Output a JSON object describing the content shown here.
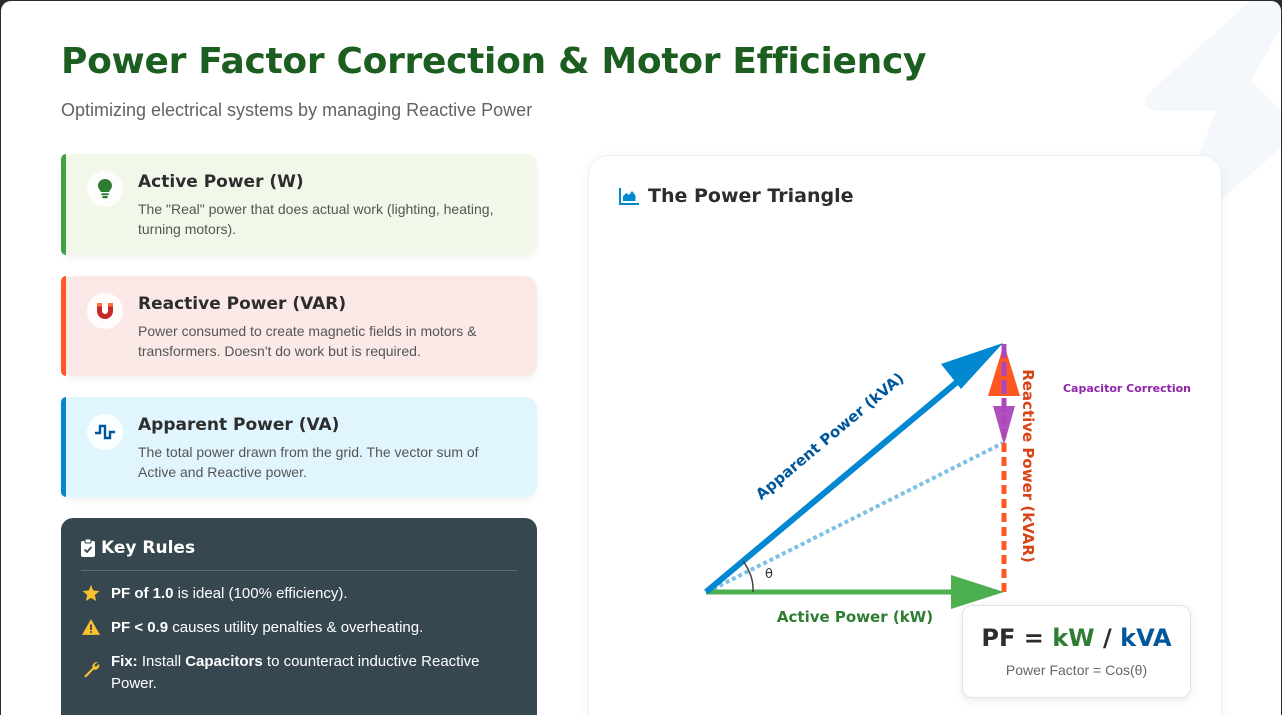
{
  "header": {
    "title": "Power Factor Correction & Motor Efficiency",
    "subtitle": "Optimizing electrical systems by managing Reactive Power"
  },
  "cards": [
    {
      "icon": "lightbulb-icon",
      "title": "Active Power (W)",
      "description": "The \"Real\" power that does actual work (lighting, heating, turning motors).",
      "accent": "#43a047",
      "background": "#f1f8e9"
    },
    {
      "icon": "magnet-icon",
      "title": "Reactive Power (VAR)",
      "description": "Power consumed to create magnetic fields in motors & transformers. Doesn't do work but is required.",
      "accent": "#ff5722",
      "background": "#fbe9e7"
    },
    {
      "icon": "wave-square-icon",
      "title": "Apparent Power (VA)",
      "description": "The total power drawn from the grid. The vector sum of Active and Reactive power.",
      "accent": "#0288d1",
      "background": "#e1f5fe"
    }
  ],
  "rules": {
    "icon": "clipboard-check-icon",
    "title": "Key Rules",
    "items": [
      {
        "icon": "star-icon",
        "bold": "PF of 1.0",
        "text": " is ideal (100% efficiency)."
      },
      {
        "icon": "warning-icon",
        "bold": "PF < 0.9",
        "text": " causes utility penalties & overheating."
      },
      {
        "icon": "wrench-icon",
        "bold": "Fix:",
        "text": " Install ",
        "bold2": "Capacitors",
        "text2": " to counteract inductive Reactive Power."
      }
    ]
  },
  "triangle": {
    "icon": "chart-area-icon",
    "title": "The Power Triangle",
    "labels": {
      "apparent": "Apparent Power (kVA)",
      "active": "Active Power (kW)",
      "reactive": "Reactive Power (kVAR)",
      "correction": "Capacitor Correction",
      "angle": "θ"
    },
    "colors": {
      "active": "#4caf50",
      "apparent": "#0288d1",
      "reactive": "#ff5722",
      "correction": "#9c27b0",
      "corrected_apparent": "#81c3e6"
    },
    "formula": {
      "lhs": "PF = ",
      "kw": "kW",
      "slash": " / ",
      "kva": "kVA",
      "caption": "Power Factor = Cos(θ)"
    }
  }
}
